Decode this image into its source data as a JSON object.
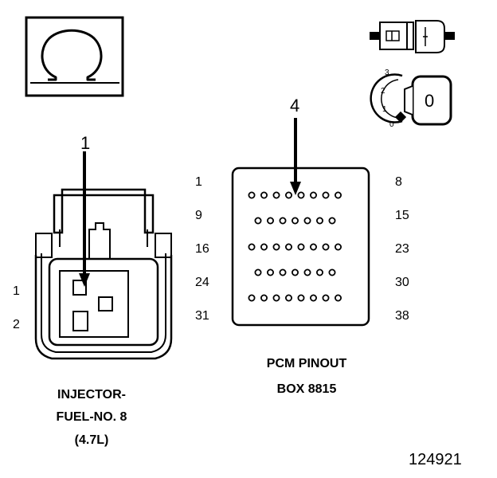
{
  "ohmmeter_symbol": "Ω",
  "ignition_switch": {
    "positions": [
      "3",
      "2",
      "1",
      "0"
    ],
    "key_position": "0"
  },
  "injector_connector": {
    "callout": "1",
    "cavity_labels": [
      "1",
      "2"
    ],
    "caption_line1": "INJECTOR-",
    "caption_line2": "FUEL-NO. 8",
    "caption_line3": "(4.7L)"
  },
  "pcm_connector": {
    "callout": "4",
    "left_pin_labels": [
      "1",
      "9",
      "16",
      "24",
      "31"
    ],
    "right_pin_labels": [
      "8",
      "15",
      "23",
      "30",
      "38"
    ],
    "pin_rows": [
      8,
      7,
      8,
      7,
      8
    ],
    "caption_line1": "PCM PINOUT",
    "caption_line2": "BOX 8815"
  },
  "figure_number": "124921"
}
